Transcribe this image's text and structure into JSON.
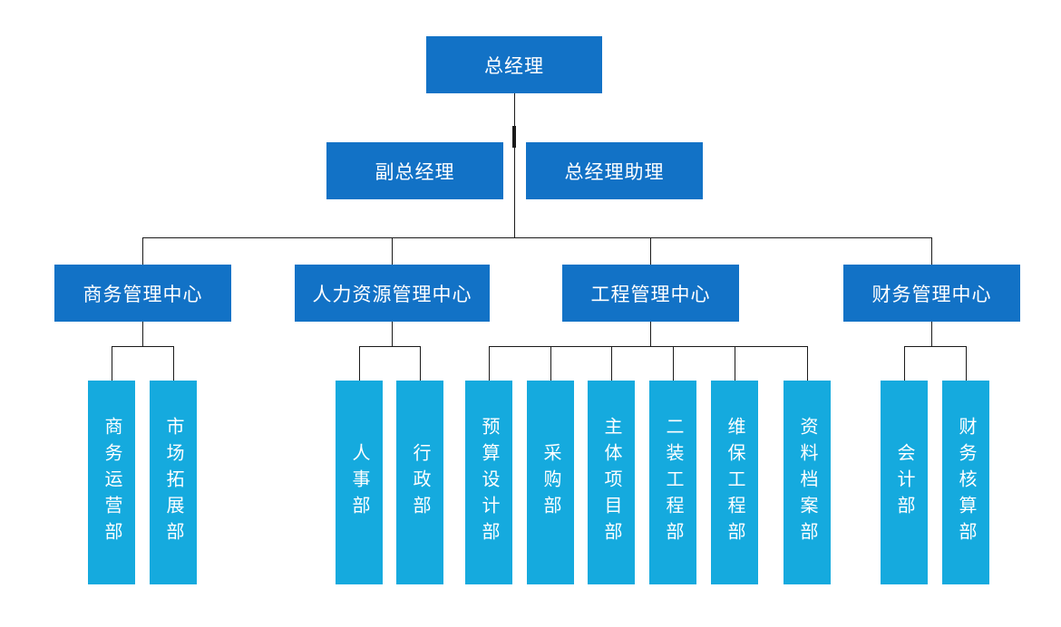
{
  "colors": {
    "primary": "#1272c6",
    "secondary": "#15aade",
    "line": "#1a1a1a",
    "text": "#ffffff"
  },
  "chart": {
    "type": "org-chart",
    "root": {
      "label": "总经理"
    },
    "deputies": [
      {
        "label": "副总经理"
      },
      {
        "label": "总经理助理"
      }
    ],
    "centers": [
      {
        "label": "商务管理中心",
        "departments": [
          "商务运营部",
          "市场拓展部"
        ]
      },
      {
        "label": "人力资源管理中心",
        "departments": [
          "人事部",
          "行政部"
        ]
      },
      {
        "label": "工程管理中心",
        "departments": [
          "预算设计部",
          "采购部",
          "主体项目部",
          "二装工程部",
          "维保工程部",
          "资料档案部"
        ]
      },
      {
        "label": "财务管理中心",
        "departments": [
          "会计部",
          "财务核算部"
        ]
      }
    ]
  }
}
